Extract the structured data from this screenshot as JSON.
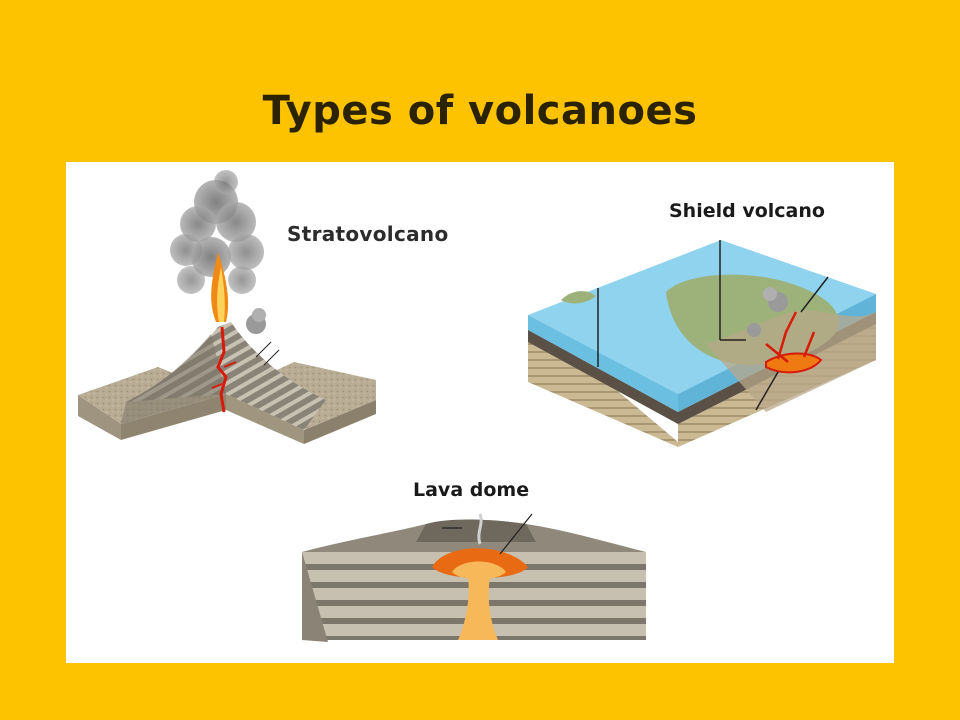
{
  "title": "Types of volcanoes",
  "labels": {
    "stratovolcano": "Stratovolcano",
    "shield_volcano": "Shield volcano",
    "lava_dome": "Lava dome"
  },
  "colors": {
    "background": "#FDC300",
    "panel": "#FFFFFF",
    "lava": "#E8400E",
    "magma_chamber": "#F07A12",
    "water": "#8FD3EE",
    "land": "#9DB27A"
  }
}
